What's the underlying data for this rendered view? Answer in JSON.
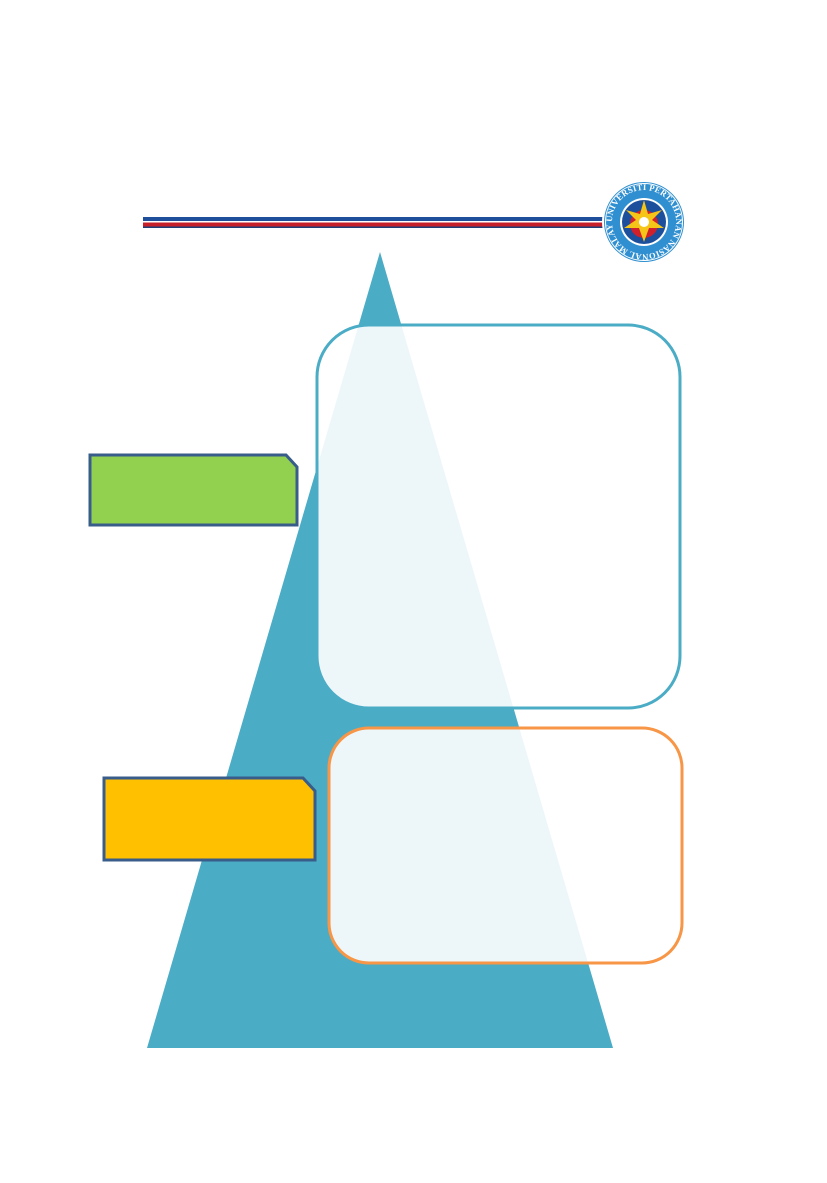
{
  "logo": {
    "name": "university-seal",
    "ring_text": "UNIVERSITI PERTAHANAN NASIONAL MALAYSIA",
    "colors": {
      "ring": "#2f8fd0",
      "ring_text": "#ffffff",
      "inner_blue": "#1c4f9c",
      "inner_red": "#d0202b",
      "inner_yellow": "#f5c518"
    }
  },
  "header_rule": {
    "colors": [
      "#1f4e9a",
      "#ffffff",
      "#c8202b",
      "#1f3f78"
    ]
  },
  "colors": {
    "triangle": "#4bacc6",
    "box_top_border": "#4bacc6",
    "box_bottom_border": "#f79646",
    "box_fill": "#ffffff",
    "label_green": "#92d050",
    "label_yellow": "#ffc000",
    "label_border": "#385d8a"
  },
  "labels": [
    {
      "name": "green-label-tab",
      "text": ""
    },
    {
      "name": "yellow-label-tab",
      "text": ""
    }
  ],
  "content_boxes": [
    {
      "name": "top-content-box",
      "text": ""
    },
    {
      "name": "bottom-content-box",
      "text": ""
    }
  ]
}
